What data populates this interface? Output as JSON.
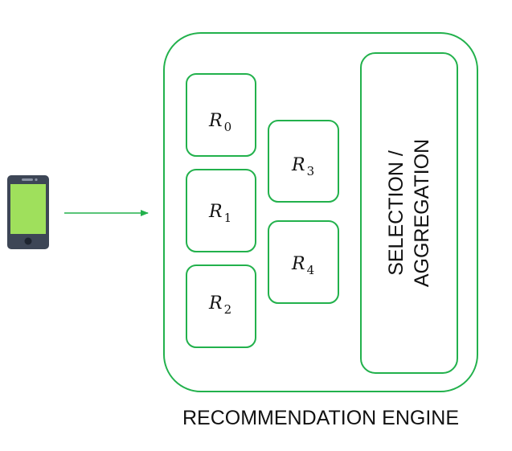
{
  "engine": {
    "caption": "RECOMMENDATION ENGINE"
  },
  "recommenders": [
    {
      "letter": "R",
      "sub": "0"
    },
    {
      "letter": "R",
      "sub": "1"
    },
    {
      "letter": "R",
      "sub": "2"
    },
    {
      "letter": "R",
      "sub": "3"
    },
    {
      "letter": "R",
      "sub": "4"
    }
  ],
  "aggregator": {
    "line1": "SELECTION /",
    "line2": "AGGREGATION"
  },
  "colors": {
    "accent": "#22b14c",
    "phone_body": "#3d4656",
    "phone_screen": "#9fe05c"
  },
  "icons": {
    "client": "smartphone-icon"
  }
}
